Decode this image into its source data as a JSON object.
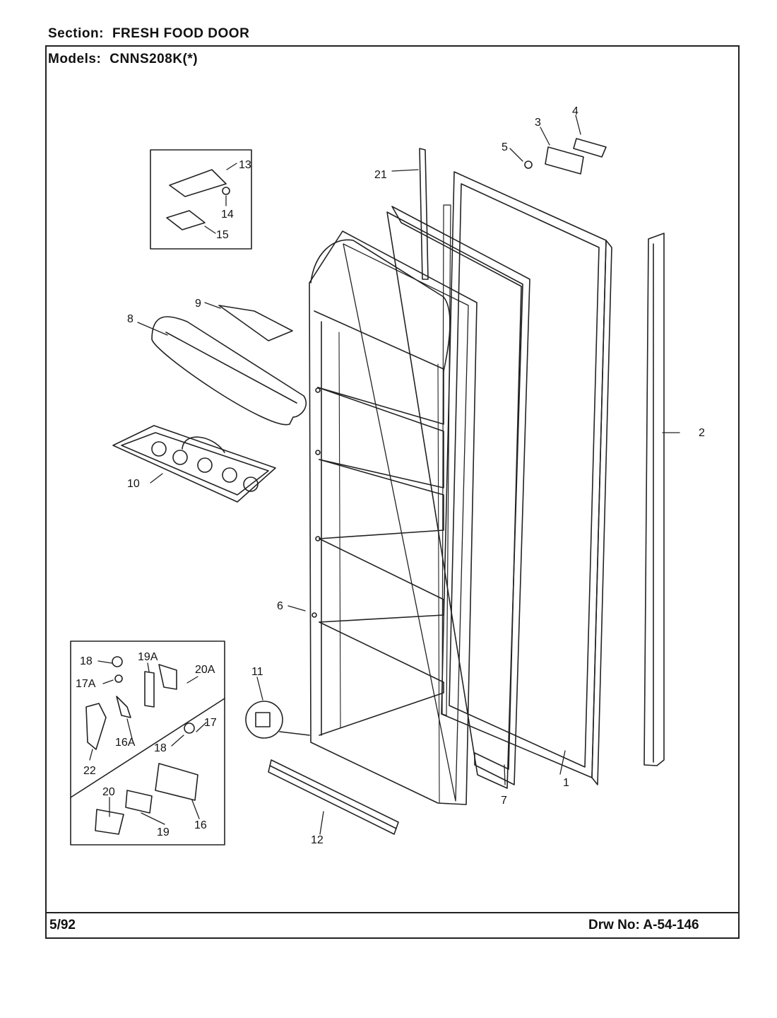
{
  "header": {
    "section_label": "Section:",
    "section_value": "FRESH FOOD DOOR",
    "models_label": "Models:",
    "models_value": "CNNS208K(*)"
  },
  "footer": {
    "date": "5/92",
    "drawing_label": "Drw No:",
    "drawing_number": "A-54-146"
  },
  "callouts": [
    "1",
    "2",
    "3",
    "4",
    "5",
    "6",
    "7",
    "8",
    "9",
    "10",
    "11",
    "12",
    "13",
    "14",
    "15",
    "16",
    "16A",
    "17",
    "17A",
    "18",
    "18",
    "19",
    "19A",
    "20",
    "20A",
    "21",
    "22"
  ]
}
